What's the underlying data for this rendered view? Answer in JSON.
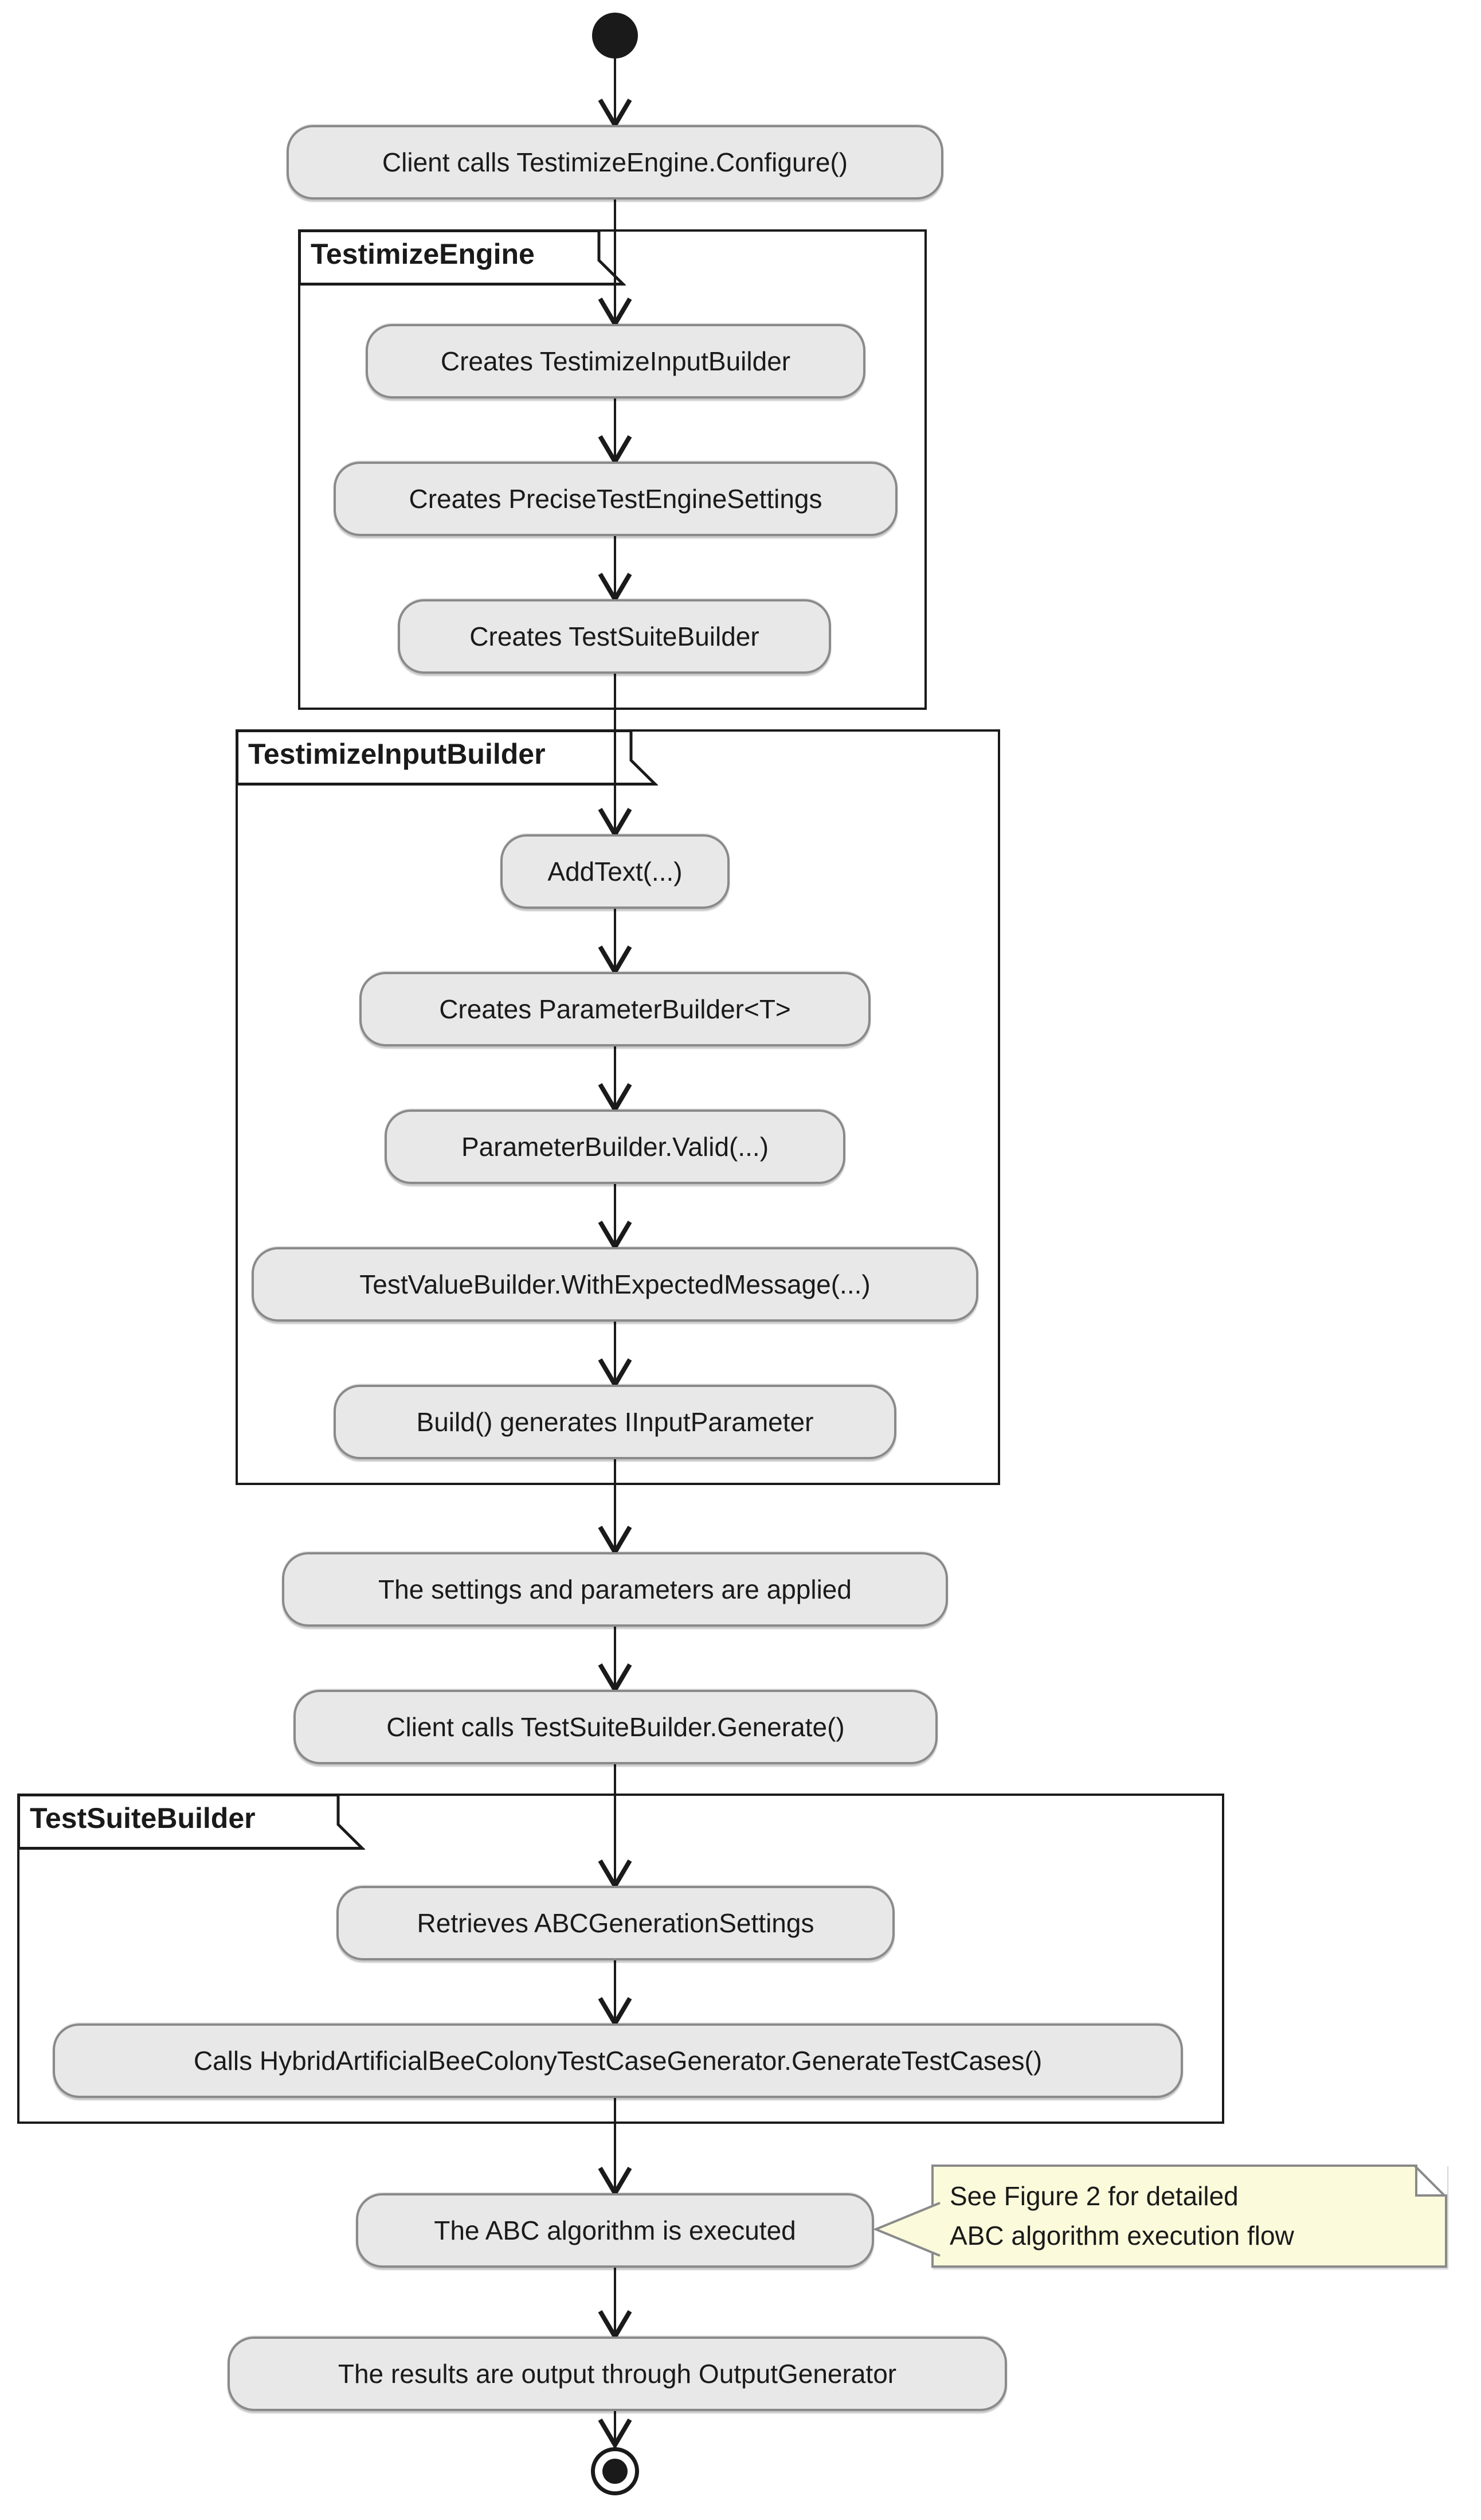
{
  "diagram": {
    "kind": "uml-activity-diagram",
    "background": "#ffffff",
    "colors": {
      "activity_fill": "#e8e8e8",
      "activity_border": "#8a8a8a",
      "frame_border": "#1a1a1a",
      "note_fill": "#fbfbdb",
      "note_border": "#8a8a8a",
      "arrow": "#1a1a1a",
      "text": "#1a1a1a"
    },
    "nodes": {
      "client_configure": "Client calls TestimizeEngine.Configure()",
      "creates_testimize_input_builder": "Creates TestimizeInputBuilder",
      "creates_precise_test_engine_settings": "Creates PreciseTestEngineSettings",
      "creates_test_suite_builder": "Creates TestSuiteBuilder",
      "add_text": "AddText(...)",
      "creates_parameter_builder": "Creates ParameterBuilder<T>",
      "parameter_builder_valid": "ParameterBuilder.Valid(...)",
      "test_value_builder_with_expected_message": "TestValueBuilder.WithExpectedMessage(...)",
      "build_generates_iinputparameter": "Build() generates IInputParameter",
      "settings_parameters_applied": "The settings and parameters are applied",
      "client_generate": "Client calls TestSuiteBuilder.Generate()",
      "retrieves_abc_generation_settings": "Retrieves ABCGenerationSettings",
      "calls_hybrid_abc_generator": "Calls HybridArtificialBeeColonyTestCaseGenerator.GenerateTestCases()",
      "abc_algorithm_executed": "The ABC algorithm is executed",
      "results_output_generator": "The results are output through OutputGenerator"
    },
    "partitions": {
      "engine": {
        "title": "TestimizeEngine",
        "contains": [
          "creates_testimize_input_builder",
          "creates_precise_test_engine_settings",
          "creates_test_suite_builder"
        ]
      },
      "input_builder": {
        "title": "TestimizeInputBuilder",
        "contains": [
          "add_text",
          "creates_parameter_builder",
          "parameter_builder_valid",
          "test_value_builder_with_expected_message",
          "build_generates_iinputparameter"
        ]
      },
      "suite_builder": {
        "title": "TestSuiteBuilder",
        "contains": [
          "retrieves_abc_generation_settings",
          "calls_hybrid_abc_generator"
        ]
      }
    },
    "note": {
      "attached_to": "abc_algorithm_executed",
      "line1": "See Figure 2 for detailed",
      "line2": "ABC algorithm execution flow"
    },
    "flow_order": [
      "start",
      "client_configure",
      "creates_testimize_input_builder",
      "creates_precise_test_engine_settings",
      "creates_test_suite_builder",
      "add_text",
      "creates_parameter_builder",
      "parameter_builder_valid",
      "test_value_builder_with_expected_message",
      "build_generates_iinputparameter",
      "settings_parameters_applied",
      "client_generate",
      "retrieves_abc_generation_settings",
      "calls_hybrid_abc_generator",
      "abc_algorithm_executed",
      "results_output_generator",
      "end"
    ]
  }
}
